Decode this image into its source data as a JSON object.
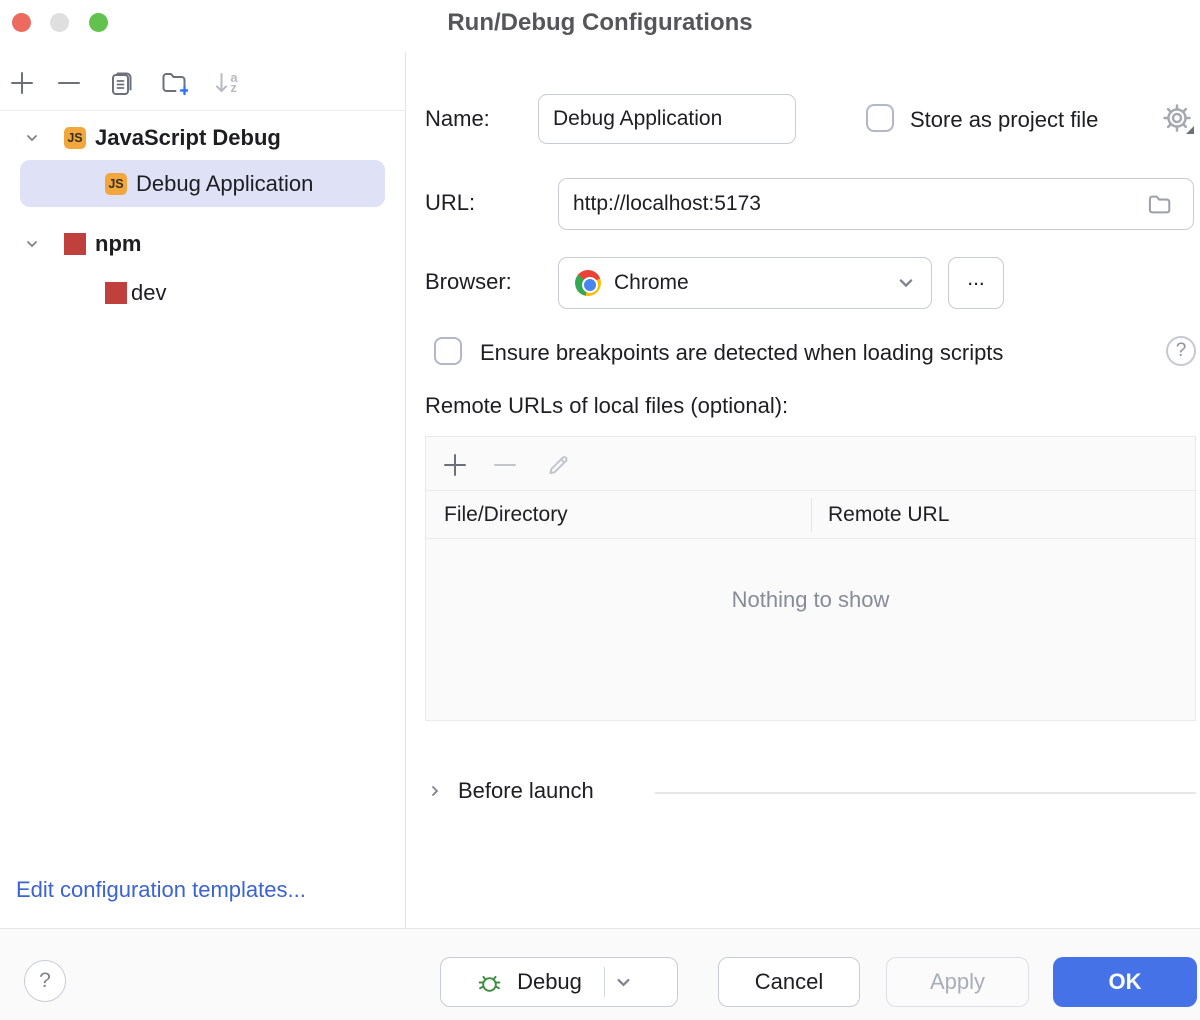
{
  "window": {
    "title": "Run/Debug Configurations"
  },
  "sidebar": {
    "toolbar": {
      "add_icon": "add",
      "remove_icon": "remove",
      "copy_icon": "copy-configuration",
      "folder_icon": "new-folder",
      "sort_icon": "sort-alphabetically",
      "sort_a": "a",
      "sort_z": "z"
    },
    "tree": [
      {
        "label": "JavaScript Debug",
        "type": "js",
        "bold": true,
        "expanded": true
      },
      {
        "label": "Debug Application",
        "type": "js",
        "selected": true
      },
      {
        "label": "npm",
        "type": "npm",
        "bold": true,
        "expanded": true
      },
      {
        "label": "dev",
        "type": "npm"
      }
    ],
    "templates_link": "Edit configuration templates..."
  },
  "icons": {
    "js_badge": "JS"
  },
  "form": {
    "name_label": "Name:",
    "name_value": "Debug Application",
    "store_checkbox_label": "Store as project file",
    "store_checkbox_checked": false,
    "url_label": "URL:",
    "url_value": "http://localhost:5173",
    "browser_label": "Browser:",
    "browser_value": "Chrome",
    "more_button_label": "...",
    "breakpoints_checkbox_label": "Ensure breakpoints are detected when loading scripts",
    "breakpoints_checkbox_checked": false,
    "breakpoints_help": "?",
    "remote_urls_label": "Remote URLs of local files (optional):",
    "table": {
      "columns": [
        "File/Directory",
        "Remote URL"
      ],
      "rows": [],
      "empty_text": "Nothing to show"
    },
    "before_launch_label": "Before launch"
  },
  "footer": {
    "help_label": "?",
    "debug_button_label": "Debug",
    "cancel_button_label": "Cancel",
    "apply_button_label": "Apply",
    "ok_button_label": "OK"
  },
  "colors": {
    "accent_blue": "#4573e7",
    "link_blue": "#3b63d1",
    "selection_bg": "#dfe2f7",
    "js_badge_bg": "#f2a73d",
    "npm_red": "#bf403d",
    "bug_green": "#3e8e41",
    "traffic_red": "#ec6a5e",
    "traffic_green": "#62c24e"
  }
}
